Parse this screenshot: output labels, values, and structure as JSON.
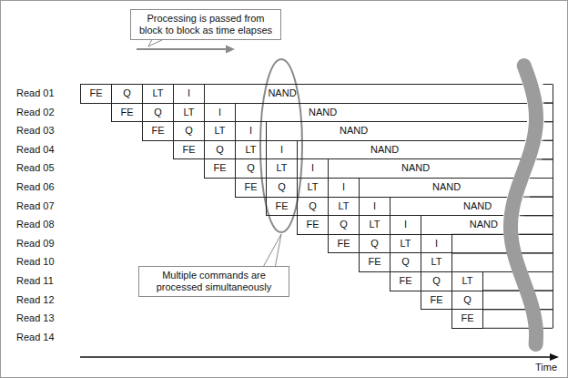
{
  "diagram": {
    "nodes": [
      {
        "text": [
          "Processing is passed from block to block as time elapses"
        ]
      },
      {
        "text": [
          "FE"
        ]
      },
      {
        "text": [
          "Q"
        ]
      },
      {
        "text": [
          "LT"
        ]
      },
      {
        "text": [
          "I"
        ]
      },
      {
        "text": [
          "NAND"
        ]
      },
      {
        "text": [
          "FE"
        ]
      },
      {
        "text": [
          "Q"
        ]
      },
      {
        "text": [
          "LT"
        ]
      },
      {
        "text": [
          "I"
        ]
      },
      {
        "text": [
          "NAND"
        ]
      },
      {
        "text": [
          "FE"
        ]
      },
      {
        "text": [
          "Q"
        ]
      },
      {
        "text": [
          "LT"
        ]
      },
      {
        "text": [
          "I"
        ]
      },
      {
        "text": [
          "NAND"
        ]
      },
      {
        "text": [
          "FE"
        ]
      },
      {
        "text": [
          "Q"
        ]
      },
      {
        "text": [
          "LT"
        ]
      },
      {
        "text": [
          "I"
        ]
      },
      {
        "text": [
          "NAND"
        ]
      },
      {
        "text": [
          "FE"
        ]
      },
      {
        "text": [
          "Q"
        ]
      },
      {
        "text": [
          "LT"
        ]
      },
      {
        "text": [
          "I"
        ]
      },
      {
        "text": [
          "NAND"
        ]
      },
      {
        "text": [
          "FE"
        ]
      },
      {
        "text": [
          "Q"
        ]
      },
      {
        "text": [
          "LT"
        ]
      },
      {
        "text": [
          "I"
        ]
      },
      {
        "text": [
          "NAND"
        ]
      },
      {
        "text": [
          "FE"
        ]
      },
      {
        "text": [
          "Q"
        ]
      },
      {
        "text": [
          "LT"
        ]
      },
      {
        "text": [
          "I"
        ]
      },
      {
        "text": [
          "NAND"
        ]
      },
      {
        "text": [
          "FE"
        ]
      },
      {
        "text": [
          "Q"
        ]
      },
      {
        "text": [
          "LT"
        ]
      },
      {
        "text": [
          "I"
        ]
      },
      {
        "text": [
          "NAND"
        ]
      },
      {
        "text": [
          "FE"
        ]
      },
      {
        "text": [
          "Q"
        ]
      },
      {
        "text": [
          "LT"
        ]
      },
      {
        "text": [
          "I"
        ]
      },
      {
        "text": [
          "FE"
        ]
      },
      {
        "text": [
          "Q"
        ]
      },
      {
        "text": [
          "LT"
        ]
      },
      {
        "text": [
          "FE"
        ]
      },
      {
        "text": [
          "Q"
        ]
      },
      {
        "text": [
          "LT"
        ]
      },
      {
        "text": [
          "FE"
        ]
      },
      {
        "text": [
          "Q"
        ]
      },
      {
        "text": [
          "FE"
        ]
      },
      {
        "text": [
          "Multiple commands are processed simultaneously"
        ]
      }
    ],
    "labels": [
      "Read 01",
      "Read 02",
      "Read 03",
      "Read 04",
      "Read 05",
      "Read 06",
      "Read 07",
      "Read 08",
      "Read 09",
      "Read 10",
      "Read 11",
      "Read 12",
      "Read 13",
      "Read 14",
      "Time"
    ]
  }
}
